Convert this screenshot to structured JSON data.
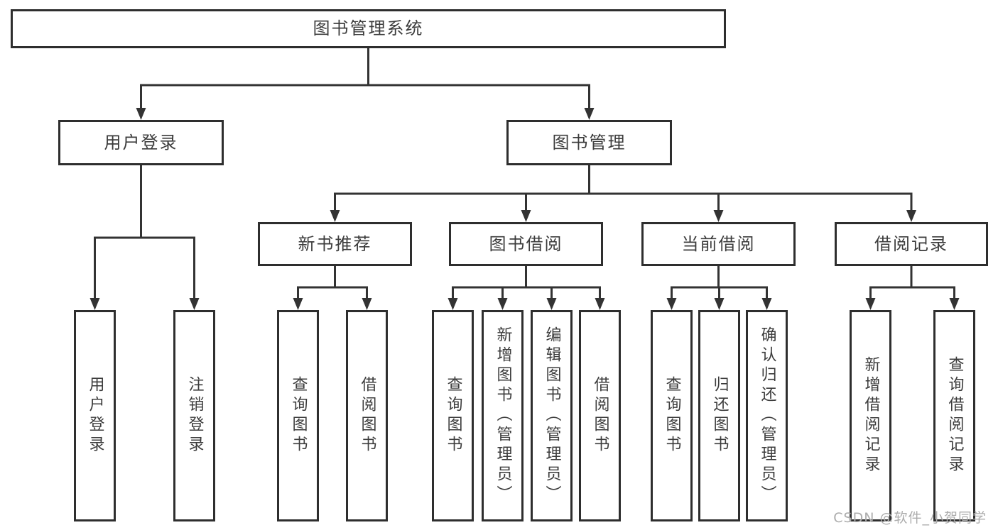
{
  "tree": {
    "label": "图书管理系统",
    "children": [
      {
        "label": "用户登录",
        "children": [
          {
            "label": "用户登录"
          },
          {
            "label": "注销登录"
          }
        ]
      },
      {
        "label": "图书管理",
        "children": [
          {
            "label": "新书推荐",
            "children": [
              {
                "label": "查询图书"
              },
              {
                "label": "借阅图书"
              }
            ]
          },
          {
            "label": "图书借阅",
            "children": [
              {
                "label": "查询图书"
              },
              {
                "label": "新增图书（管理员）"
              },
              {
                "label": "编辑图书（管理员）"
              },
              {
                "label": "借阅图书"
              }
            ]
          },
          {
            "label": "当前借阅",
            "children": [
              {
                "label": "查询图书"
              },
              {
                "label": "归还图书"
              },
              {
                "label": "确认归还（管理员）"
              }
            ]
          },
          {
            "label": "借阅记录",
            "children": [
              {
                "label": "新增借阅记录"
              },
              {
                "label": "查询借阅记录"
              }
            ]
          }
        ]
      }
    ]
  },
  "watermark": "CSDN @软件_小贺同学",
  "colors": {
    "line": "#333333",
    "border": "#2e2e2e",
    "text": "#3c3c3c",
    "watermark": "#acacac"
  }
}
